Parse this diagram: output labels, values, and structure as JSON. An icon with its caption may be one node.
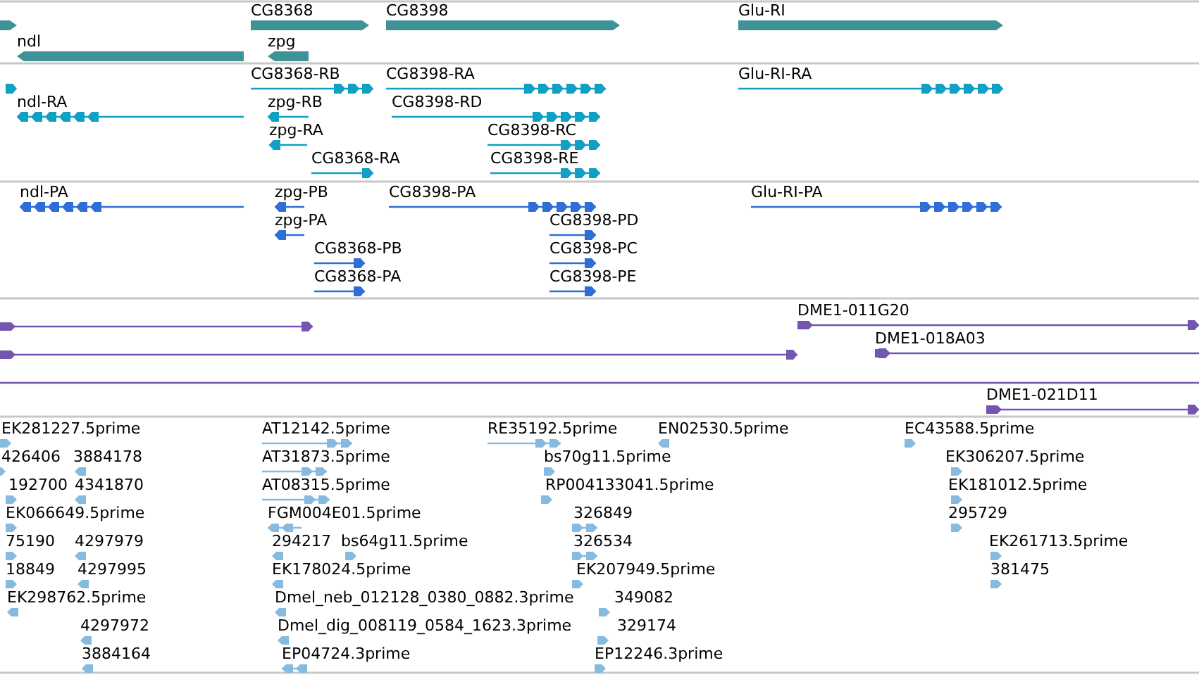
{
  "diagram": {
    "labels": [
      "CG8368",
      "CG8398",
      "Glu-RI",
      "ndl",
      "zpg",
      "CG8368-RB",
      "CG8398-RA",
      "Glu-RI-RA",
      "ndl-RA",
      "zpg-RB",
      "CG8398-RD",
      "zpg-RA",
      "CG8398-RC",
      "CG8368-RA",
      "CG8398-RE",
      "ndl-PA",
      "zpg-PB",
      "CG8398-PA",
      "Glu-RI-PA",
      "zpg-PA",
      "CG8398-PD",
      "CG8368-PB",
      "CG8398-PC",
      "CG8368-PA",
      "CG8398-PE",
      "DME1-011G20",
      "DME1-018A03",
      "DME1-021D11",
      "EK281227.5prime",
      "AT12142.5prime",
      "RE35192.5prime",
      "EN02530.5prime",
      "EC43588.5prime",
      "426406",
      "3884178",
      "AT31873.5prime",
      "bs70g11.5prime",
      "EK306207.5prime",
      "192700",
      "4341870",
      "AT08315.5prime",
      "RP004133041.5prime",
      "EK181012.5prime",
      "EK066649.5prime",
      "FGM004E01.5prime",
      "326849",
      "295729",
      "75190",
      "4297979",
      "294217",
      "bs64g11.5prime",
      "326534",
      "EK261713.5prime",
      "18849",
      "4297995",
      "EK178024.5prime",
      "EK207949.5prime",
      "381475",
      "EK298762.5prime",
      "Dmel_neb_012128_0380_0882.3prime",
      "349082",
      "4297972",
      "Dmel_dig_008119_0584_1623.3prime",
      "329174",
      "3884164",
      "EP04724.3prime",
      "EP12246.3prime"
    ]
  }
}
